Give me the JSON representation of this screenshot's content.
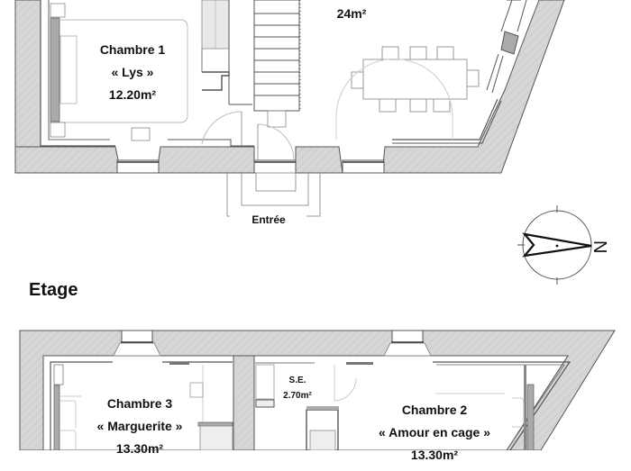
{
  "plan": {
    "ground_floor": {
      "rooms": [
        {
          "id": "chambre1",
          "name": "Chambre 1",
          "nickname": "« Lys »",
          "area": "12.20m²"
        },
        {
          "id": "sejour",
          "name": "",
          "nickname": "",
          "area": "24m²"
        }
      ],
      "entrance_label": "Entrée"
    },
    "upper_floor": {
      "title": "Etage",
      "rooms": [
        {
          "id": "chambre3",
          "name": "Chambre 3",
          "nickname": "« Marguerite »",
          "area": "13.30m²"
        },
        {
          "id": "se",
          "name": "S.E.",
          "area": "2.70m²"
        },
        {
          "id": "chambre2",
          "name": "Chambre 2",
          "nickname": "« Amour en cage »",
          "area": "13.30m²"
        }
      ]
    },
    "compass": {
      "label": "N",
      "icon": "north-arrow-icon"
    },
    "colors": {
      "wall": "#d4d4d4",
      "wall_stroke": "#555555",
      "line": "#888888",
      "furniture": "#9a9a9a",
      "background": "#ffffff"
    }
  }
}
